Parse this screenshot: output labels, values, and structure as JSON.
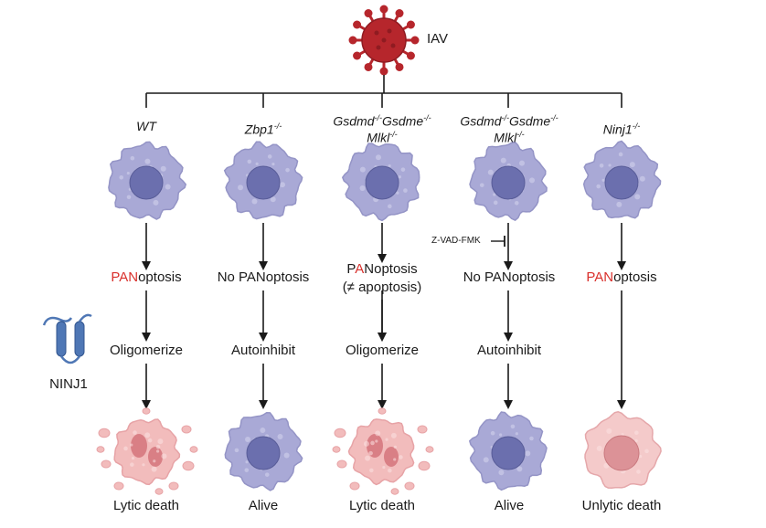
{
  "virus": {
    "label": "IAV",
    "icon": "influenza-virus-icon"
  },
  "ninj1": {
    "label": "NINJ1",
    "icon": "ninj1-protein-icon"
  },
  "inhibitor": {
    "label": "Z-VAD-FMK"
  },
  "columns": [
    {
      "genotype_parts": [
        {
          "base": "WT",
          "sup": ""
        }
      ],
      "genotype_line2": [],
      "panoptosis": {
        "highlight": "PAN",
        "rest": "optosis",
        "pre": ""
      },
      "step": "Oligomerize",
      "outcome": "Lytic death",
      "cell_state": "lytic"
    },
    {
      "genotype_parts": [
        {
          "base": "Zbp1",
          "sup": "-/-"
        }
      ],
      "genotype_line2": [],
      "panoptosis": {
        "pre": "No PANoptosis",
        "highlight": "",
        "rest": ""
      },
      "step": "Autoinhibit",
      "outcome": "Alive",
      "cell_state": "alive"
    },
    {
      "genotype_parts": [
        {
          "base": "Gsdmd",
          "sup": "-/-"
        },
        {
          "base": "Gsdme",
          "sup": "-/-"
        }
      ],
      "genotype_line2": [
        {
          "base": "Mlkl",
          "sup": "-/-"
        }
      ],
      "panoptosis": {
        "pre": "P",
        "highlight": "A",
        "rest": "Noptosis"
      },
      "panoptosis_line2": "(≠ apoptosis)",
      "step": "Oligomerize",
      "outcome": "Lytic death",
      "cell_state": "lytic"
    },
    {
      "genotype_parts": [
        {
          "base": "Gsdmd",
          "sup": "-/-"
        },
        {
          "base": "Gsdme",
          "sup": "-/-"
        }
      ],
      "genotype_line2": [
        {
          "base": "Mlkl",
          "sup": "-/-"
        }
      ],
      "panoptosis": {
        "pre": "No PANoptosis",
        "highlight": "",
        "rest": ""
      },
      "step": "Autoinhibit",
      "outcome": "Alive",
      "cell_state": "alive"
    },
    {
      "genotype_parts": [
        {
          "base": "Ninj1",
          "sup": "-/-"
        }
      ],
      "genotype_line2": [],
      "panoptosis": {
        "highlight": "PAN",
        "rest": "optosis",
        "pre": ""
      },
      "step": "",
      "outcome": "Unlytic death",
      "cell_state": "swollen"
    }
  ],
  "colors": {
    "virus": "#b6262c",
    "virus_dark": "#8f1b21",
    "cell_fill": "#a9a9d6",
    "cell_nucleus": "#6b6fae",
    "lytic_fill": "#f2bcbc",
    "lytic_dark": "#d97f85",
    "highlight_text": "#d9302c",
    "ninj1": "#4f77b5"
  }
}
